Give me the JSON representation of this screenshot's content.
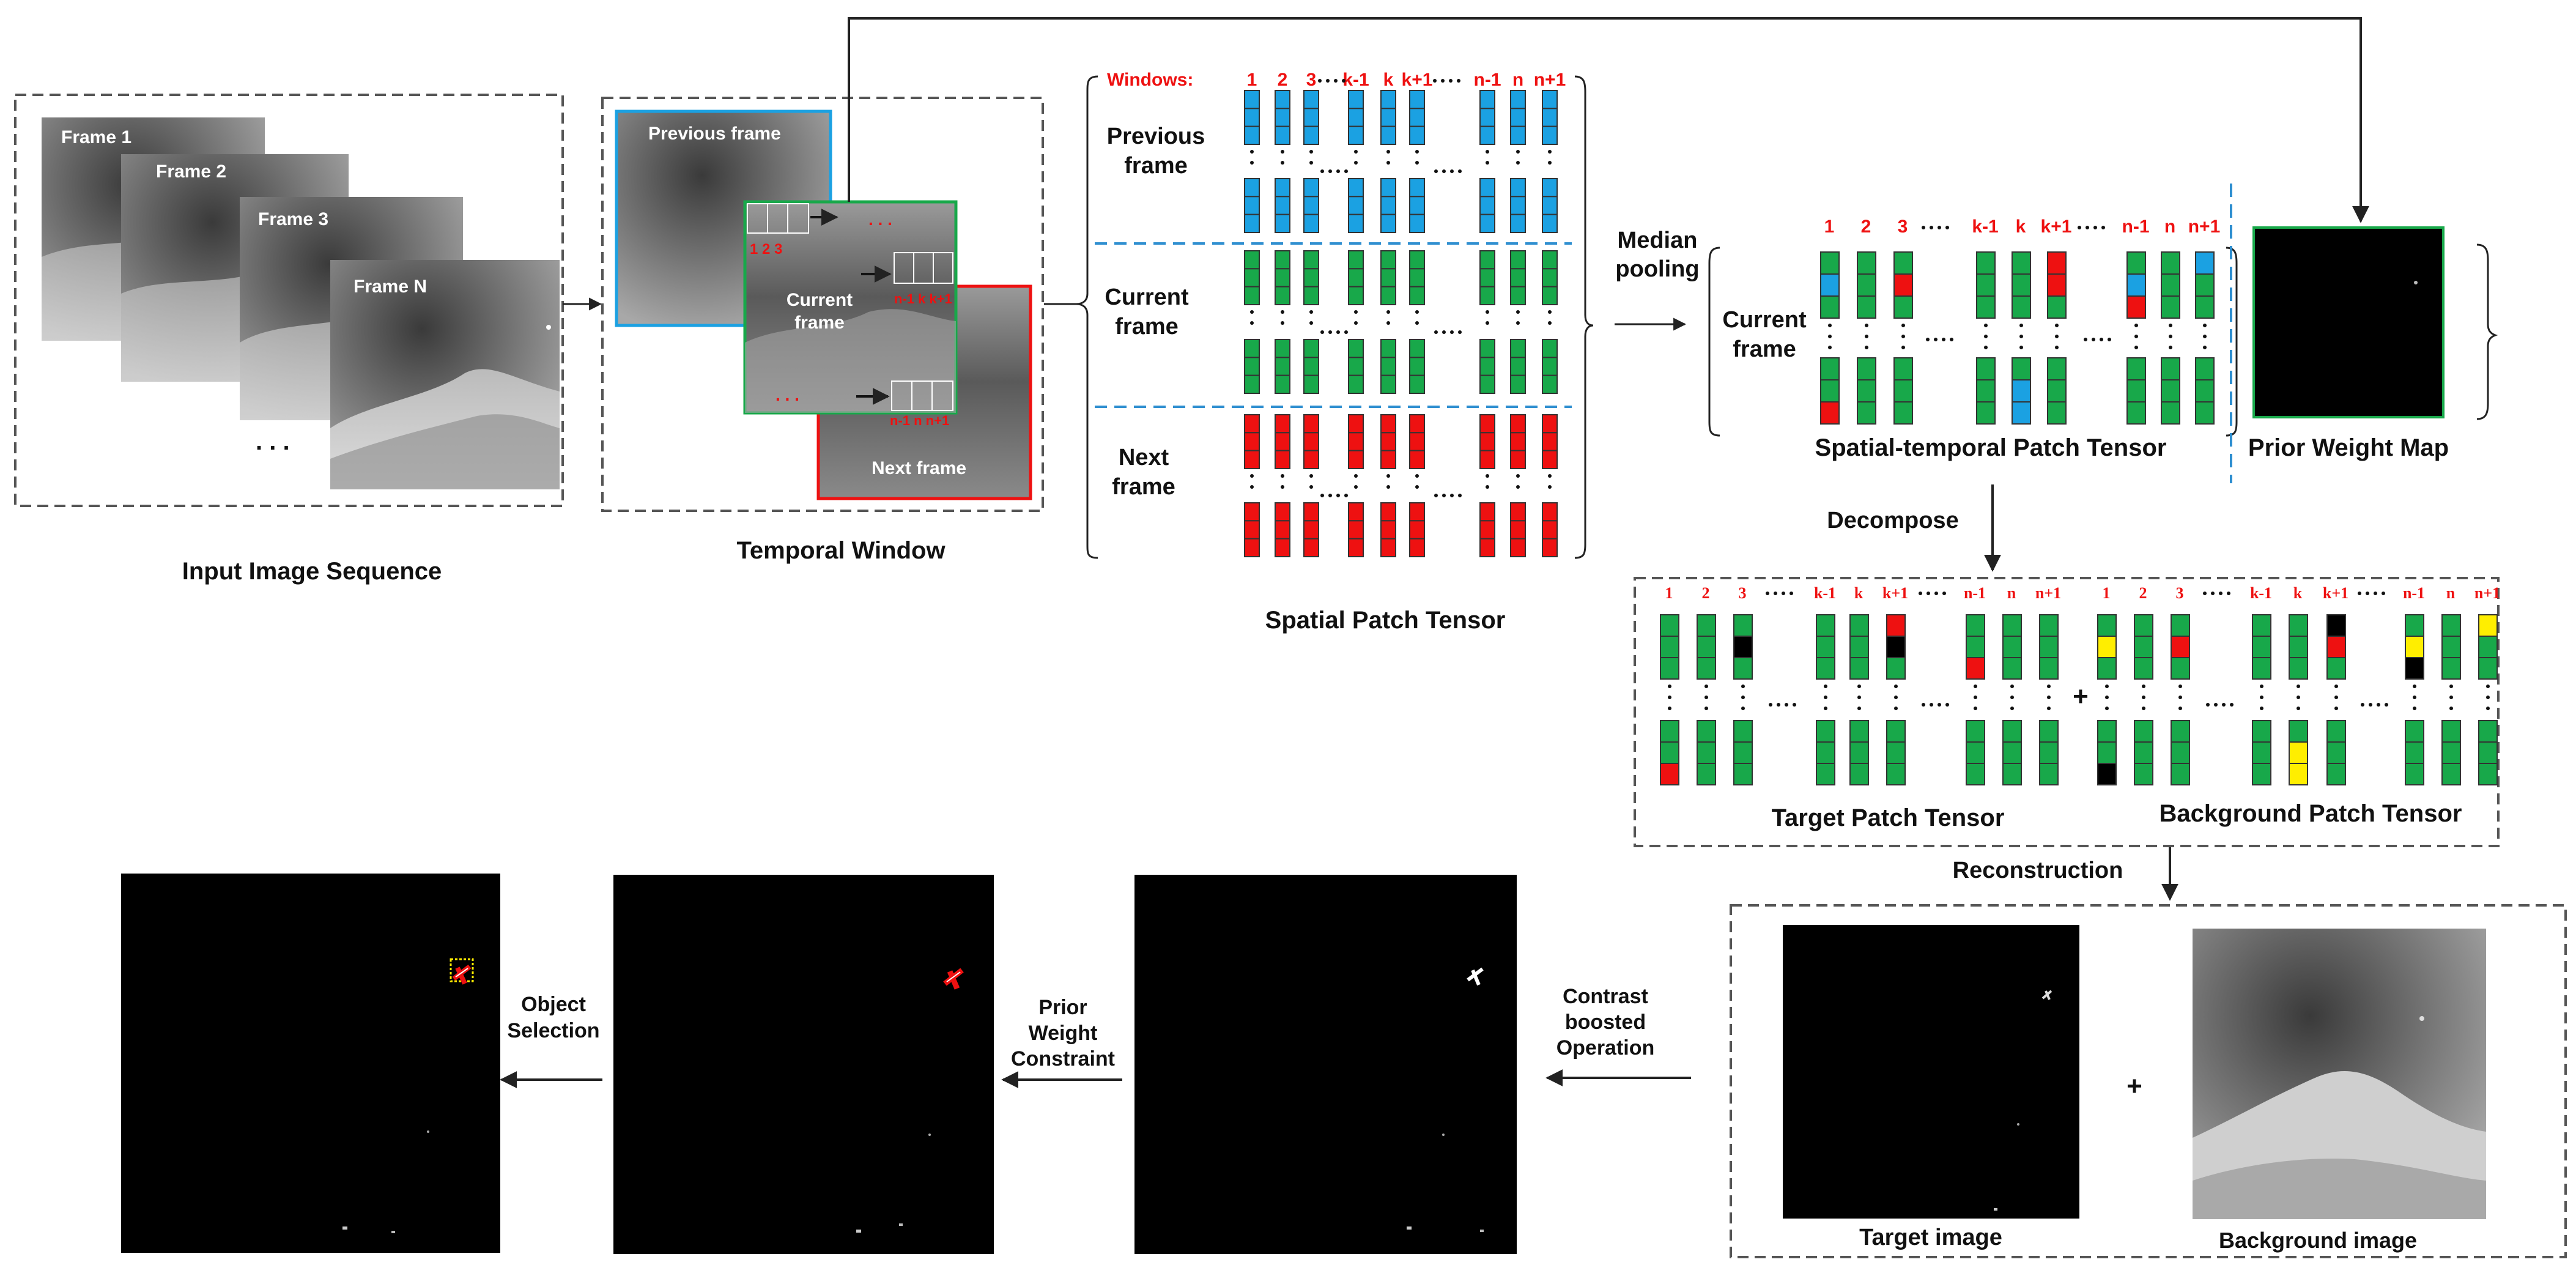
{
  "input": {
    "caption": "Input Image Sequence",
    "frames": [
      "Frame 1",
      "Frame 2",
      "Frame 3",
      "Frame N"
    ],
    "ellipsis": ". . ."
  },
  "temporal": {
    "caption": "Temporal Window",
    "previous": "Previous frame",
    "current_l1": "Current",
    "current_l2": "frame",
    "next": "Next frame",
    "idx_123": "1  2  3",
    "idx_nk": "n-1 k k+1",
    "idx_n": "n-1  n  n+1",
    "dots": ". . ."
  },
  "spatial": {
    "caption": "Spatial Patch Tensor",
    "windows_label": "Windows:",
    "windows": [
      "1",
      "2",
      "3",
      "k-1",
      "k",
      "k+1",
      "n-1",
      "n",
      "n+1"
    ],
    "rows": {
      "prev_l1": "Previous",
      "prev_l2": "frame",
      "cur_l1": "Current",
      "cur_l2": "frame",
      "next_l1": "Next",
      "next_l2": "frame"
    }
  },
  "median": {
    "l1": "Median",
    "l2": "pooling"
  },
  "st": {
    "caption": "Spatial-temporal Patch Tensor",
    "row_l1": "Current",
    "row_l2": "frame",
    "indices": [
      "1",
      "2",
      "3",
      "k-1",
      "k",
      "k+1",
      "n-1",
      "n",
      "n+1"
    ]
  },
  "prior": {
    "caption": "Prior Weight Map"
  },
  "decompose": {
    "label": "Decompose"
  },
  "decomposed": {
    "target_caption": "Target Patch Tensor",
    "background_caption": "Background Patch Tensor",
    "plus": "+",
    "indices": [
      "1",
      "2",
      "3",
      "k-1",
      "k",
      "k+1",
      "n-1",
      "n",
      "n+1"
    ]
  },
  "reconstruction": {
    "label": "Reconstruction",
    "target_caption": "Target image",
    "background_caption": "Background image",
    "plus": "+"
  },
  "contrast": {
    "l1": "Contrast",
    "l2": "boosted",
    "l3": "Operation"
  },
  "prior_constraint": {
    "l1": "Prior",
    "l2": "Weight",
    "l3": "Constraint"
  },
  "object_selection": {
    "l1": "Object",
    "l2": "Selection"
  },
  "colors": {
    "blue": "#1ba1e2",
    "green": "#18a84a",
    "red": "#ee1111",
    "yellow": "#ffee00",
    "black": "#000000",
    "dash_frame": "#555555",
    "sep_blue": "#2f8fd0"
  }
}
